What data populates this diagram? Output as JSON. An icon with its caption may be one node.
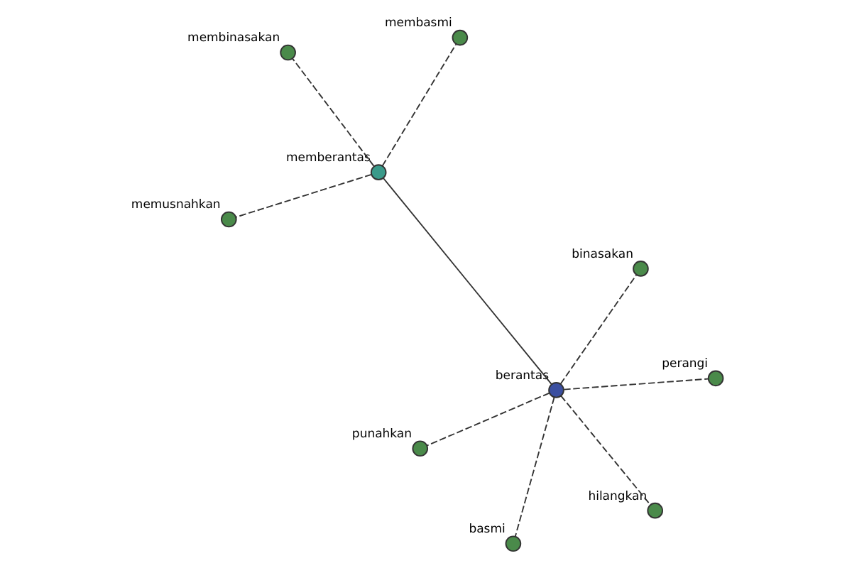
{
  "diagram": {
    "nodes": [
      {
        "text": [],
        "shape": "circle",
        "beside": [
          "memusnahkan"
        ]
      },
      {
        "text": [],
        "shape": "circle",
        "beside": [
          "membasmi"
        ]
      },
      {
        "text": [],
        "shape": "circle",
        "beside": [
          "memberantas"
        ]
      },
      {
        "text": [],
        "shape": "circle",
        "beside": [
          "membinasakan"
        ]
      },
      {
        "text": [],
        "shape": "circle",
        "beside": [
          "binasakan"
        ]
      },
      {
        "text": [],
        "shape": "circle",
        "beside": [
          "berantas"
        ]
      },
      {
        "text": [],
        "shape": "circle",
        "beside": [
          "punahkan"
        ]
      },
      {
        "text": [],
        "shape": "circle",
        "beside": [
          "perangi"
        ]
      },
      {
        "text": [],
        "shape": "circle",
        "beside": [
          "basmi"
        ]
      },
      {
        "text": [],
        "shape": "circle",
        "beside": [
          "hilangkan"
        ]
      }
    ],
    "edges": [
      {
        "from": 5,
        "to": 2,
        "arrow": "none"
      },
      {
        "from": 2,
        "to": 0,
        "arrow": "none",
        "style": "dashed"
      },
      {
        "from": 2,
        "to": 1,
        "arrow": "none",
        "style": "dashed"
      },
      {
        "from": 2,
        "to": 3,
        "arrow": "none",
        "style": "dashed"
      },
      {
        "from": 5,
        "to": 4,
        "arrow": "none",
        "style": "dashed"
      },
      {
        "from": 5,
        "to": 6,
        "arrow": "none",
        "style": "dashed"
      },
      {
        "from": 5,
        "to": 9,
        "arrow": "none",
        "style": "dashed"
      },
      {
        "from": 5,
        "to": 8,
        "arrow": "none",
        "style": "dashed"
      },
      {
        "from": 5,
        "to": 7,
        "arrow": "none",
        "style": "dashed"
      }
    ]
  }
}
